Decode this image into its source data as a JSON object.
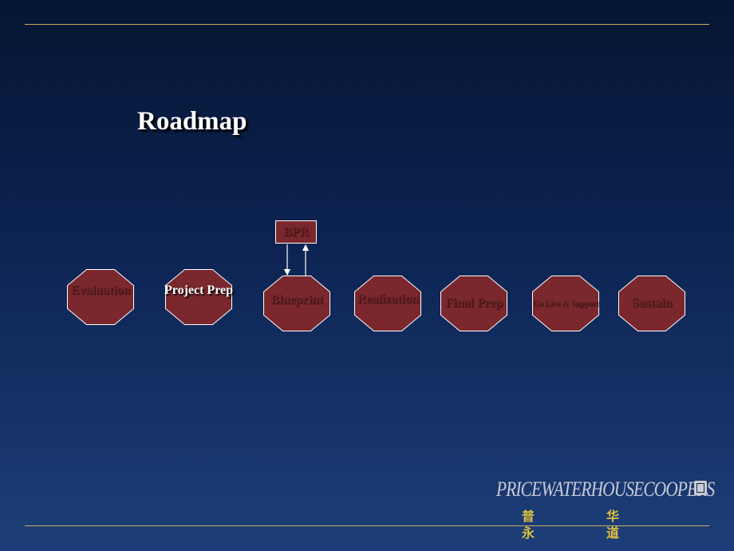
{
  "slide": {
    "title": "Roadmap"
  },
  "phases": [
    {
      "label": "Evaluation",
      "active": false
    },
    {
      "label": "Project Prep",
      "active": true
    },
    {
      "label": "Blueprint",
      "active": false
    },
    {
      "label": "Realization",
      "active": false
    },
    {
      "label": "Final Prep",
      "active": false
    },
    {
      "label": "Go Live & Support",
      "active": false
    },
    {
      "label": "Sustain",
      "active": false
    }
  ],
  "bpr": {
    "label": "BPR"
  },
  "logo": {
    "text": "PRICEWATERHOUSECOOPERS",
    "cn_1": "普",
    "cn_2": "永",
    "cn_3": "华",
    "cn_4": "道"
  },
  "colors": {
    "octagon_fill": "#7a282d",
    "octagon_stroke": "#ffffff",
    "rule": "#c9b25a",
    "background_top": "#051532",
    "background_bottom": "#1d3e78"
  }
}
